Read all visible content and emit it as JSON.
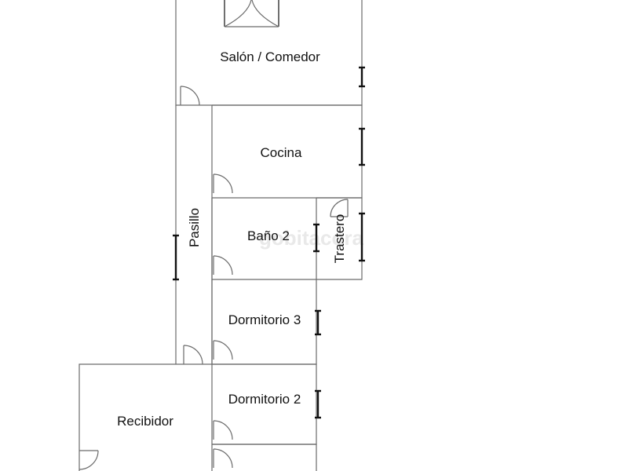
{
  "plan": {
    "watermark": "gobitacora",
    "rooms": {
      "salon": "Salón / Comedor",
      "cocina": "Cocina",
      "pasillo": "Pasillo",
      "bano2": "Baño 2",
      "trastero": "Trastero",
      "dormitorio3": "Dormitorio 3",
      "dormitorio2": "Dormitorio 2",
      "recibidor": "Recibidor"
    }
  }
}
